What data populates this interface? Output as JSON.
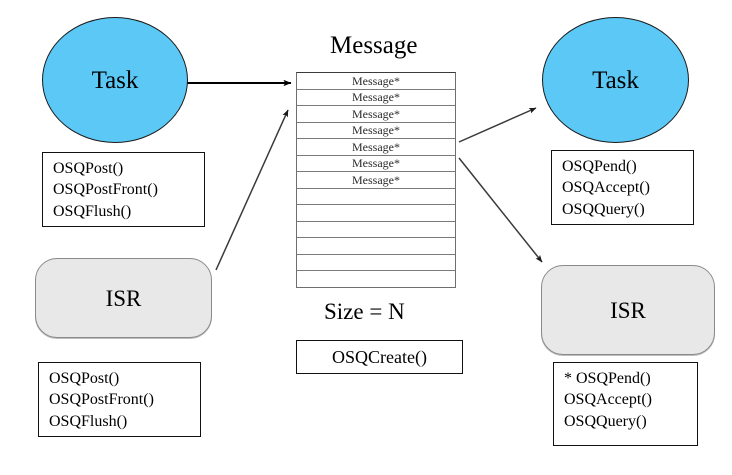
{
  "diagram": {
    "title_label": "Message",
    "size_label": "Size = N",
    "nodes": {
      "task_left": {
        "label": "Task",
        "shape": "circle",
        "fill": "#5BC8F5"
      },
      "task_right": {
        "label": "Task",
        "shape": "circle",
        "fill": "#5BC8F5"
      },
      "isr_left": {
        "label": "ISR",
        "shape": "rounded-rect",
        "fill": "#E8E8E8"
      },
      "isr_right": {
        "label": "ISR",
        "shape": "rounded-rect",
        "fill": "#E8E8E8"
      }
    },
    "api_boxes": {
      "task_left_api": {
        "lines": [
          "OSQPost()",
          "OSQPostFront()",
          "OSQFlush()"
        ]
      },
      "isr_left_api": {
        "lines": [
          "OSQPost()",
          "OSQPostFront()",
          "OSQFlush()"
        ]
      },
      "task_right_api": {
        "lines": [
          "OSQPend()",
          "OSQAccept()",
          "OSQQuery()"
        ]
      },
      "isr_right_api": {
        "lines": [
          "* OSQPend()",
          "OSQAccept()",
          "OSQQuery()"
        ]
      },
      "create_api": {
        "label": "OSQCreate()"
      }
    },
    "queue": {
      "slot_label": "Message*",
      "filled_count": 7,
      "total_rows": 13,
      "rows": [
        "Message*",
        "Message*",
        "Message*",
        "Message*",
        "Message*",
        "Message*",
        "Message*",
        "",
        "",
        "",
        "",
        "",
        ""
      ]
    },
    "arrows": [
      {
        "name": "task-left-to-queue",
        "from": "task_left",
        "to": "queue"
      },
      {
        "name": "isr-left-to-queue",
        "from": "isr_left",
        "to": "queue"
      },
      {
        "name": "queue-to-task-right",
        "from": "queue",
        "to": "task_right"
      },
      {
        "name": "queue-to-isr-right",
        "from": "queue",
        "to": "isr_right"
      }
    ],
    "colors": {
      "task_fill": "#5BC8F5",
      "isr_fill": "#E8E8E8",
      "stroke": "#111111",
      "queue_border": "#6f6f6f",
      "background": "#FFFFFF"
    }
  }
}
